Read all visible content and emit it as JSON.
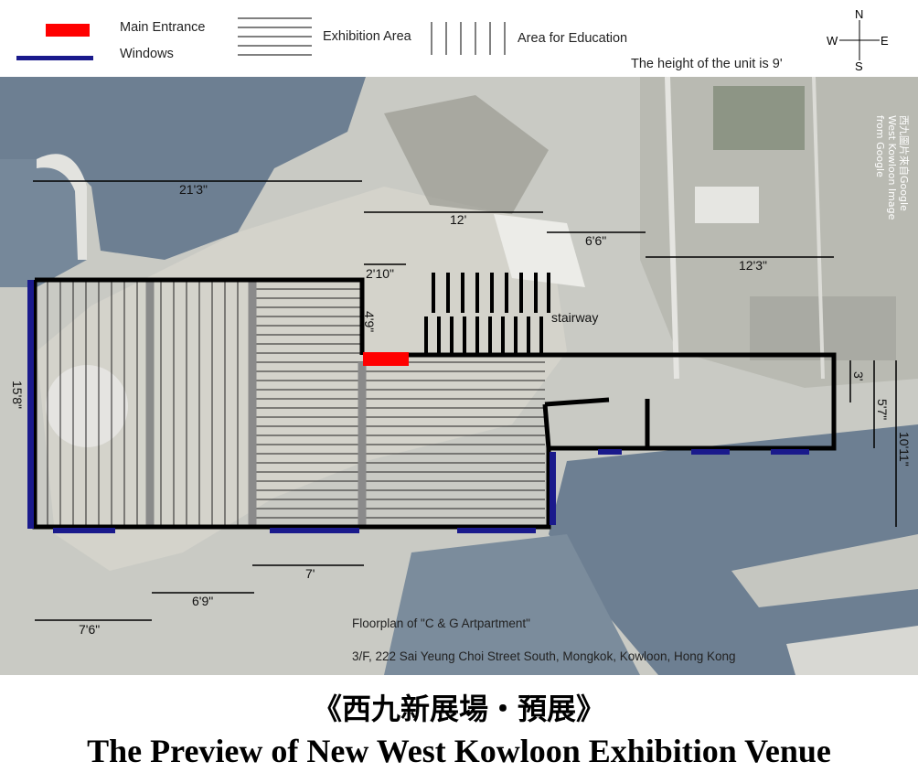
{
  "legend": {
    "main_entrance": "Main Entrance",
    "windows": "Windows",
    "exhibition_area": "Exhibition Area",
    "area_for_education": "Area for Education",
    "unit_height": "The height of the unit is 9'"
  },
  "compass": {
    "n": "N",
    "s": "S",
    "e": "E",
    "w": "W"
  },
  "credit": {
    "line1": "西九圖片來自Google",
    "line2": "West Kowloon Image",
    "line3": "from Google"
  },
  "dimensions": {
    "d1": "21'3\"",
    "d2": "12'",
    "d3": "6'6\"",
    "d4": "12'3\"",
    "d5": "2'10\"",
    "d6": "4'9\"",
    "d7": "15'8\"",
    "d8": "3'",
    "d9": "5'7\"",
    "d10": "10'11\"",
    "d11": "7'",
    "d12": "6'9\"",
    "d13": "7'6\""
  },
  "labels": {
    "stairway": "stairway"
  },
  "floorplan": {
    "name": "Floorplan of \"C & G Artpartment\"",
    "address": "3/F, 222 Sai Yeung Choi Street South, Mongkok, Kowloon, Hong Kong"
  },
  "titles": {
    "zh": "《西九新展場・預展》",
    "en": "The Preview of New West Kowloon Exhibition Venue"
  },
  "colors": {
    "entrance": "#ff0000",
    "window": "#1a1a8c",
    "wall": "#000000",
    "water": "#6d7f92",
    "land": "#c9cac4"
  }
}
